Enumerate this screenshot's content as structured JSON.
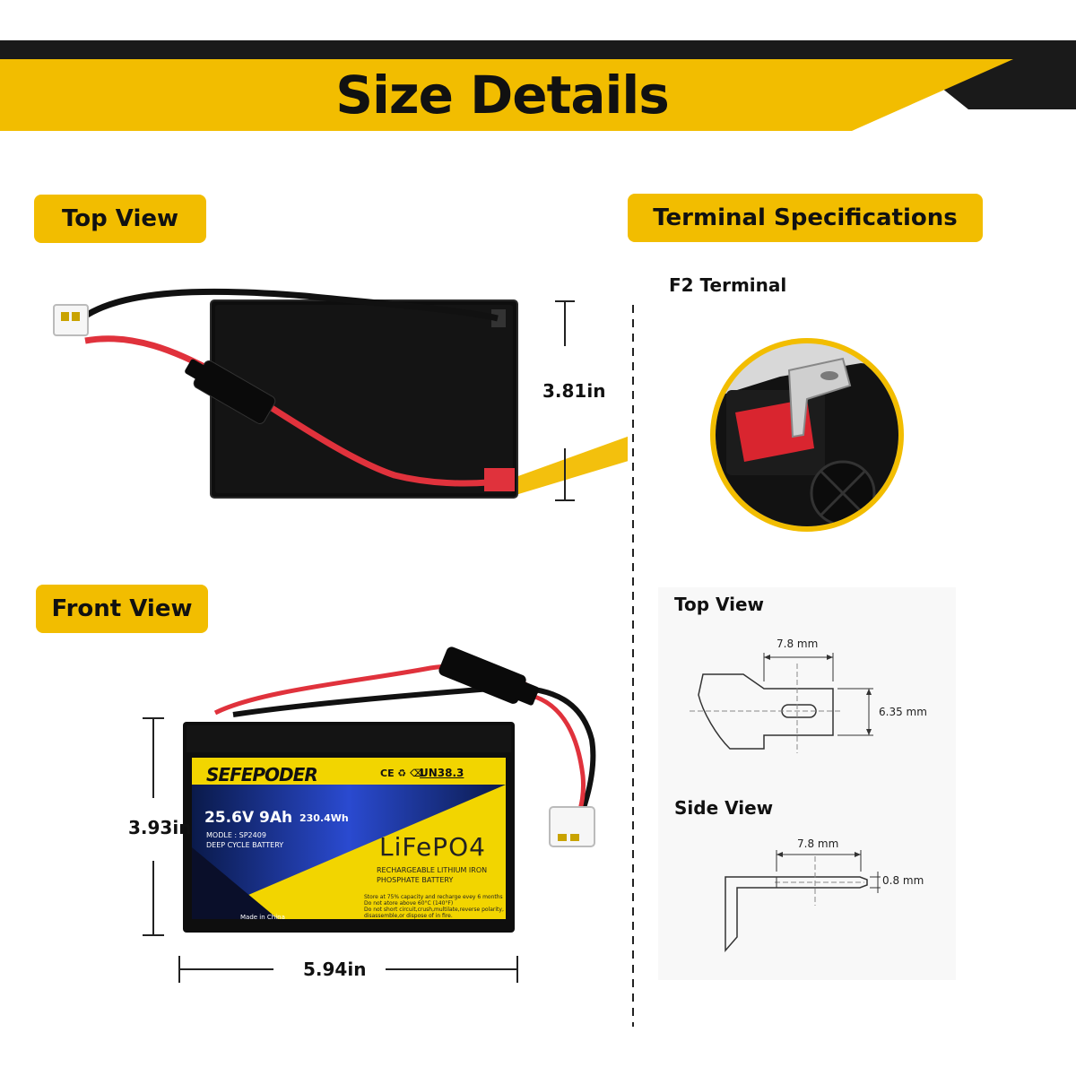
{
  "header": {
    "title": "Size Details"
  },
  "sections": {
    "top_view": "Top View",
    "front_view": "Front View",
    "terminal_specs": "Terminal Specifications",
    "terminal_name": "F2 Terminal"
  },
  "dimensions": {
    "top_height": "3.81in",
    "front_height": "3.93in",
    "front_width": "5.94in"
  },
  "terminal_diagram": {
    "top_view_label": "Top View",
    "side_view_label": "Side  View",
    "top_width": "7.8 mm",
    "top_height": "6.35 mm",
    "side_width": "7.8 mm",
    "side_thickness": "0.8 mm"
  },
  "battery_label": {
    "brand": "SEFEPODER",
    "certs": "CE ♻ ⌫",
    "un": "UN38.3",
    "voltage_capacity": "25.6V 9Ah",
    "energy": "230.4Wh",
    "model": "MODLE : SP2409",
    "type": "DEEP CYCLE BATTERY",
    "chemistry": "LiFePO4",
    "desc_1": "RECHARGEABLE LITHIUM IRON",
    "desc_2": "PHOSPHATE BATTERY",
    "warn_1": "Store at 75% capacity and recharge evey 6 months",
    "warn_2": "Do not atore above 60°C (140°F)",
    "warn_3": "Do not short circuit,crush,multilate,reverse polarity,",
    "warn_4": "disassemble,or dispose of in fire.",
    "origin": "Made in China"
  },
  "colors": {
    "accent_yellow": "#f2bd00",
    "banner_black": "#1a1a1a",
    "wire_red": "#e0323c",
    "battery_black": "#0e0e0e"
  }
}
